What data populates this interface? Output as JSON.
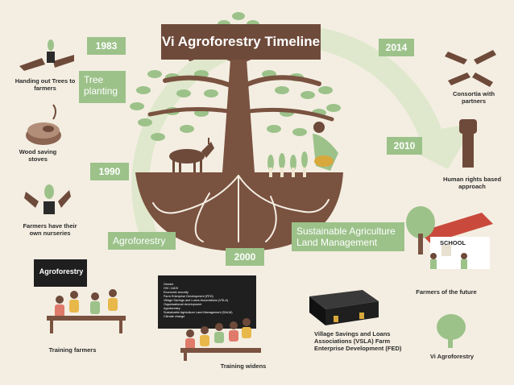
{
  "title": "Vi Agroforestry Timeline",
  "years": [
    "1983",
    "1990",
    "2000",
    "2010",
    "2014"
  ],
  "phases": {
    "tree_planting": "Tree planting",
    "agroforestry": "Agroforestry",
    "salm": "Sustainable Agriculture Land Management"
  },
  "captions": {
    "handing_out": "Handing out Trees to farmers",
    "wood_saving": "Wood saving stoves",
    "nurseries": "Farmers have their own nurseries",
    "training_farmers": "Training farmers",
    "training_widens": "Training widens",
    "vsla": "Village Savings and Loans Associations (VSLA) Farm Enterprise Development (FED)",
    "vi_agroforestry": "Vi Agroforestry",
    "farmers_future": "Farmers of the future",
    "human_rights": "Human rights based approach",
    "consortia": "Consortia with partners"
  },
  "board_title": "Agroforestry",
  "school_sign": "SCHOOL",
  "board_list": [
    "Gender",
    "HIV / AIDS",
    "Economic security",
    "Farm Enterprise Development (FED)",
    "Village Savings and Loans Associations (VSLA)",
    "Organisational development",
    "Agroforestry",
    "Sustainable Agriculture Land Management (SALM)",
    "Climate change"
  ],
  "colors": {
    "background": "#f4eee2",
    "title_box": "#6e4a3a",
    "arrow": "#dfe8cc",
    "label_green": "#9cc28a",
    "trunk": "#7a5240",
    "leaf": "#9cc28a"
  }
}
